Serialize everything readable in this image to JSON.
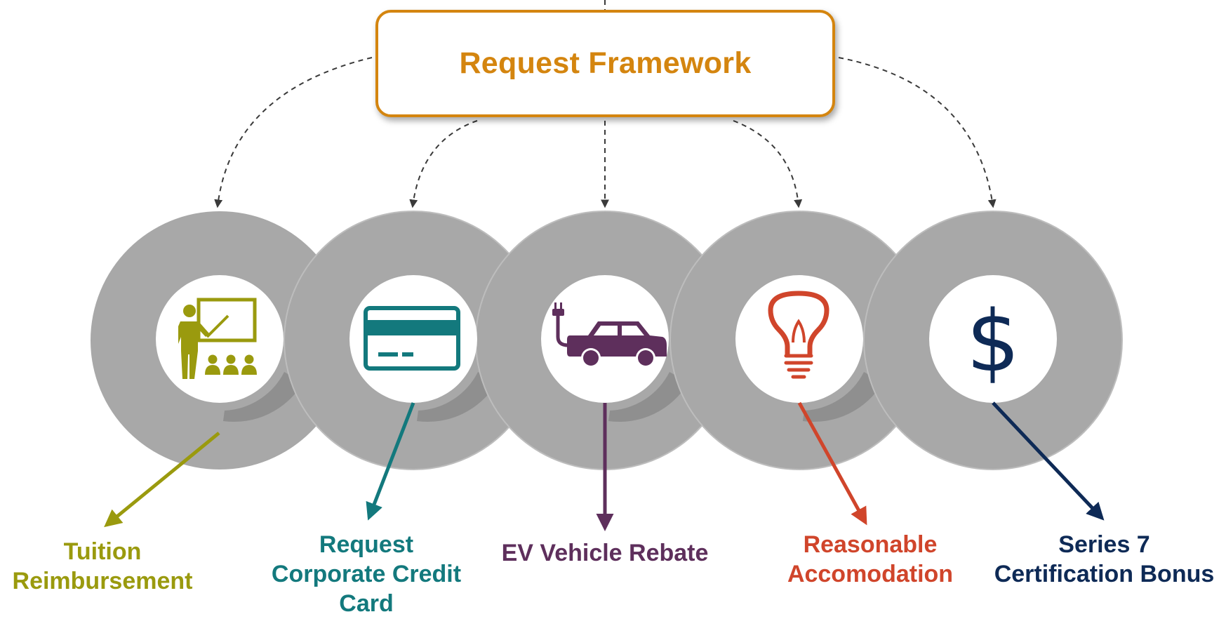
{
  "header": {
    "title": "Request Framework",
    "color": "#D4850F"
  },
  "items": [
    {
      "label": "Tuition\nReimbursement",
      "color": "#9A9A0E",
      "icon": "teacher-presentation-icon"
    },
    {
      "label": "Request\nCorporate Credit\nCard",
      "color": "#13797D",
      "icon": "credit-card-icon"
    },
    {
      "label": "EV Vehicle Rebate",
      "color": "#5E2F5C",
      "icon": "ev-car-charging-icon"
    },
    {
      "label": "Reasonable\nAccomodation",
      "color": "#D0452B",
      "icon": "lightbulb-icon"
    },
    {
      "label": "Series 7\nCertification Bonus",
      "color": "#0E2A56",
      "icon": "dollar-sign-icon"
    }
  ],
  "colors": {
    "ring": "#A8A8A8",
    "ring_shadow": "#7E7E7E",
    "arrow_dashed": "#3A3A3A"
  }
}
